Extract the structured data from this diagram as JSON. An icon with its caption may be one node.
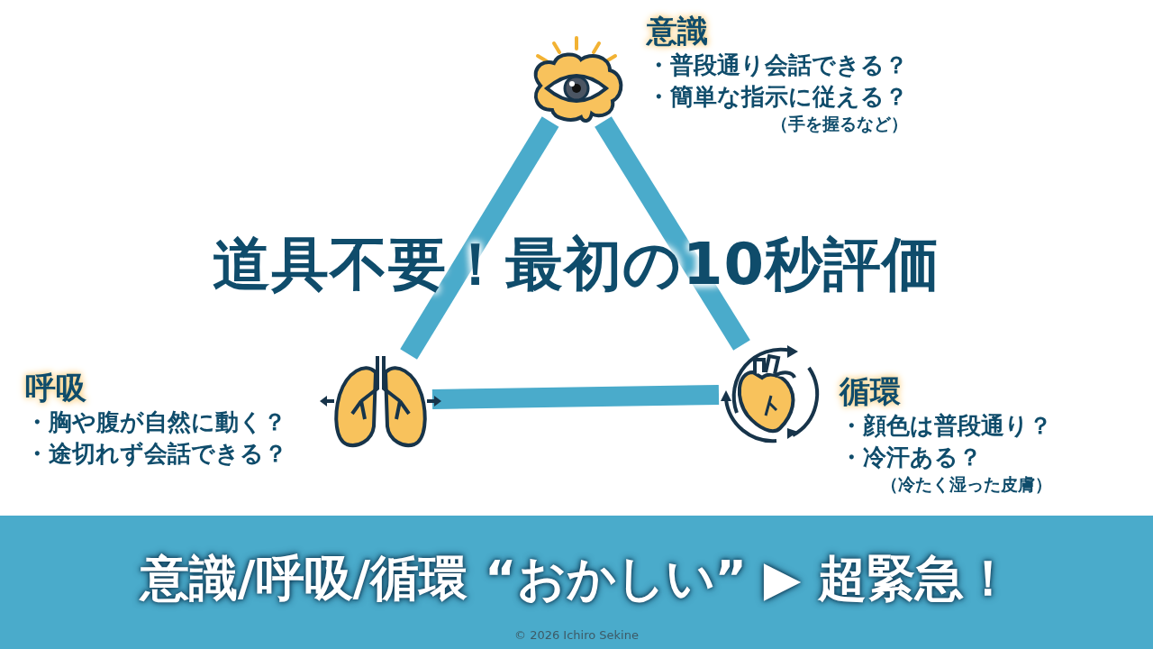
{
  "diagram": {
    "title": "道具不要！最初の10秒評価",
    "nodes": [
      {
        "text": [],
        "shape": "picture",
        "beside": [
          "意識",
          "・普段通り会話できる？",
          "・簡単な指示に従える？",
          "（手を握るなど）"
        ]
      },
      {
        "text": [],
        "shape": "picture",
        "beside": [
          "呼吸",
          "・胸や腹が自然に動く？",
          "・途切れず会話できる？"
        ]
      },
      {
        "text": [],
        "shape": "picture",
        "beside": [
          "循環",
          "・顔色は普段通り？",
          "・冷汗ある？",
          "（冷たく湿った皮膚）"
        ]
      },
      {
        "text": [
          "意識/呼吸/循環 “おかしい” ▶ 超緊急！"
        ]
      }
    ],
    "edges": [
      {
        "from": 0,
        "to": 1,
        "arrow": "none"
      },
      {
        "from": 1,
        "to": 2,
        "arrow": "none"
      },
      {
        "from": 2,
        "to": 0,
        "arrow": "none"
      }
    ],
    "labels": [
      "© 2026 Ichiro Sekine"
    ]
  }
}
